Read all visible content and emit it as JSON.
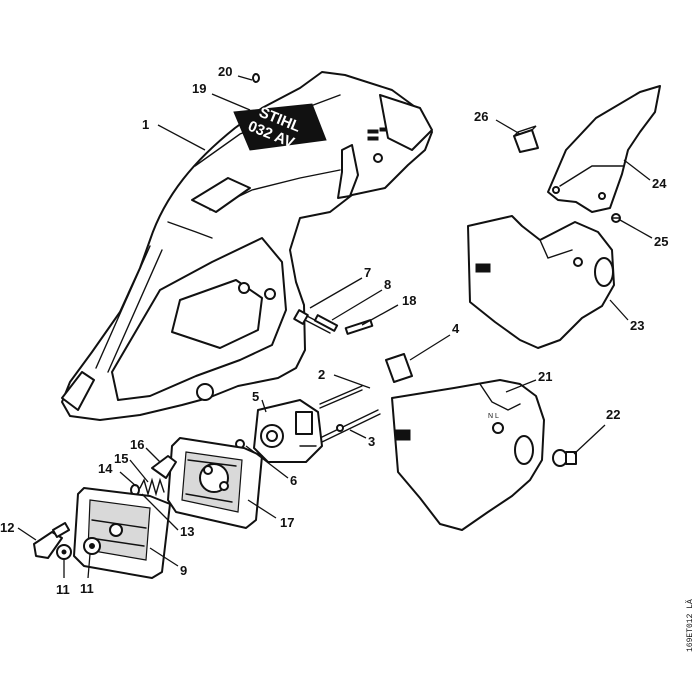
{
  "decal": {
    "brand": "STIHL",
    "model": "032 AV"
  },
  "cover_marks": {
    "letters": "N L"
  },
  "drawing_ref": "169ET012 LÄ",
  "callouts": [
    {
      "id": "c1",
      "number": "1"
    },
    {
      "id": "c2",
      "number": "2"
    },
    {
      "id": "c3",
      "number": "3"
    },
    {
      "id": "c4",
      "number": "4"
    },
    {
      "id": "c5",
      "number": "5"
    },
    {
      "id": "c6",
      "number": "6"
    },
    {
      "id": "c7",
      "number": "7"
    },
    {
      "id": "c8",
      "number": "8"
    },
    {
      "id": "c9",
      "number": "9"
    },
    {
      "id": "c11a",
      "number": "11"
    },
    {
      "id": "c11b",
      "number": "11"
    },
    {
      "id": "c12",
      "number": "12"
    },
    {
      "id": "c13",
      "number": "13"
    },
    {
      "id": "c14",
      "number": "14"
    },
    {
      "id": "c15",
      "number": "15"
    },
    {
      "id": "c16",
      "number": "16"
    },
    {
      "id": "c17",
      "number": "17"
    },
    {
      "id": "c18",
      "number": "18"
    },
    {
      "id": "c19",
      "number": "19"
    },
    {
      "id": "c20",
      "number": "20"
    },
    {
      "id": "c21",
      "number": "21"
    },
    {
      "id": "c22",
      "number": "22"
    },
    {
      "id": "c23",
      "number": "23"
    },
    {
      "id": "c24",
      "number": "24"
    },
    {
      "id": "c25",
      "number": "25"
    },
    {
      "id": "c26",
      "number": "26"
    }
  ]
}
